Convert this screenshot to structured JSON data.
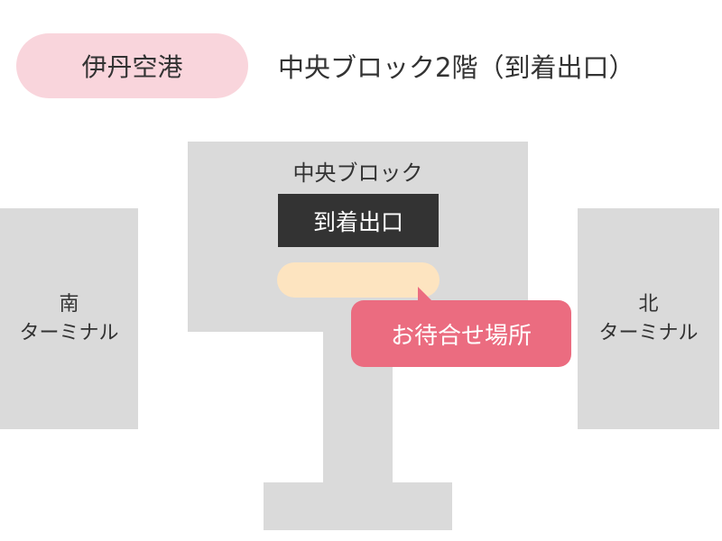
{
  "header": {
    "airport": "伊丹空港",
    "location": "中央ブロック2階（到着出口）"
  },
  "map": {
    "central_block": "中央ブロック",
    "arrival_exit": "到着出口",
    "meeting_point": "お待合せ場所",
    "south_terminal": {
      "line1": "南",
      "line2": "ターミナル"
    },
    "north_terminal": {
      "line1": "北",
      "line2": "ターミナル"
    }
  },
  "colors": {
    "pill": "#f9d5dc",
    "building": "#dadada",
    "exit": "#333333",
    "meeting_area": "#fde4c0",
    "callout": "#eb6c80"
  }
}
